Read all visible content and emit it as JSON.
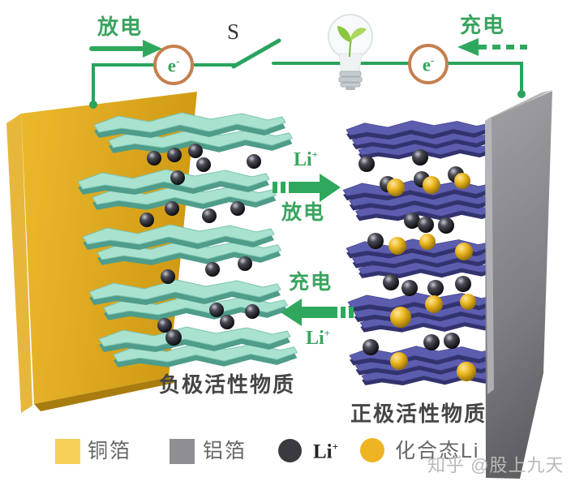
{
  "circuit": {
    "discharge_label": "放电",
    "charge_label": "充电",
    "switch_label": "S",
    "electron_base": "e",
    "electron_sup": "-"
  },
  "middle": {
    "li_base": "Li",
    "li_sup": "+",
    "discharge_label": "放电",
    "charge_label": "充电"
  },
  "electrodes": {
    "anode_label": "负极活性物质",
    "cathode_label": "正极活性物质"
  },
  "legend": {
    "items": [
      {
        "swatch": "copper-foil-square",
        "label": "铜箔"
      },
      {
        "swatch": "aluminum-foil-square",
        "label": "铝箔"
      },
      {
        "swatch": "li-ion-circle",
        "label_base": "Li",
        "label_sup": "+"
      },
      {
        "swatch": "li-compound-circle",
        "label": "化合态Li"
      }
    ]
  },
  "watermark": "知乎 @股上九天",
  "icons": {
    "bulb": "light-bulb-with-sprout",
    "switch": "open-circuit-switch",
    "electron": "electron-in-circle",
    "discharge_arrow": "solid-green-right-arrow",
    "charge_arrow": "dashed-green-left-arrow"
  },
  "colors": {
    "wire_green": "#29a35d",
    "text_green": "#3aa45f",
    "arrow_green": "#2fa85e",
    "electron_ring": "#c5804e",
    "copper_yellow": "#dca51d",
    "copper_edge": "#e7b73c",
    "graphite_teal_top": "#a9e2cf",
    "graphite_teal_side": "#54ab98",
    "cathode_blue_top": "#5d5db0",
    "cathode_blue_side": "#3c3c82",
    "aluminum_gray": "#8b8b8f",
    "li_ion_black": "#1d1d22",
    "li_compound_gold": "#e9b21e",
    "legend_copper": "#f6cf58",
    "legend_aluminum": "#8f8f93",
    "legend_li_dark": "#3b3b3f",
    "legend_li_gold": "#eeb424",
    "label_dark": "#454545",
    "legend_text": "#666666",
    "watermark_gray": "#b9b9bc"
  }
}
